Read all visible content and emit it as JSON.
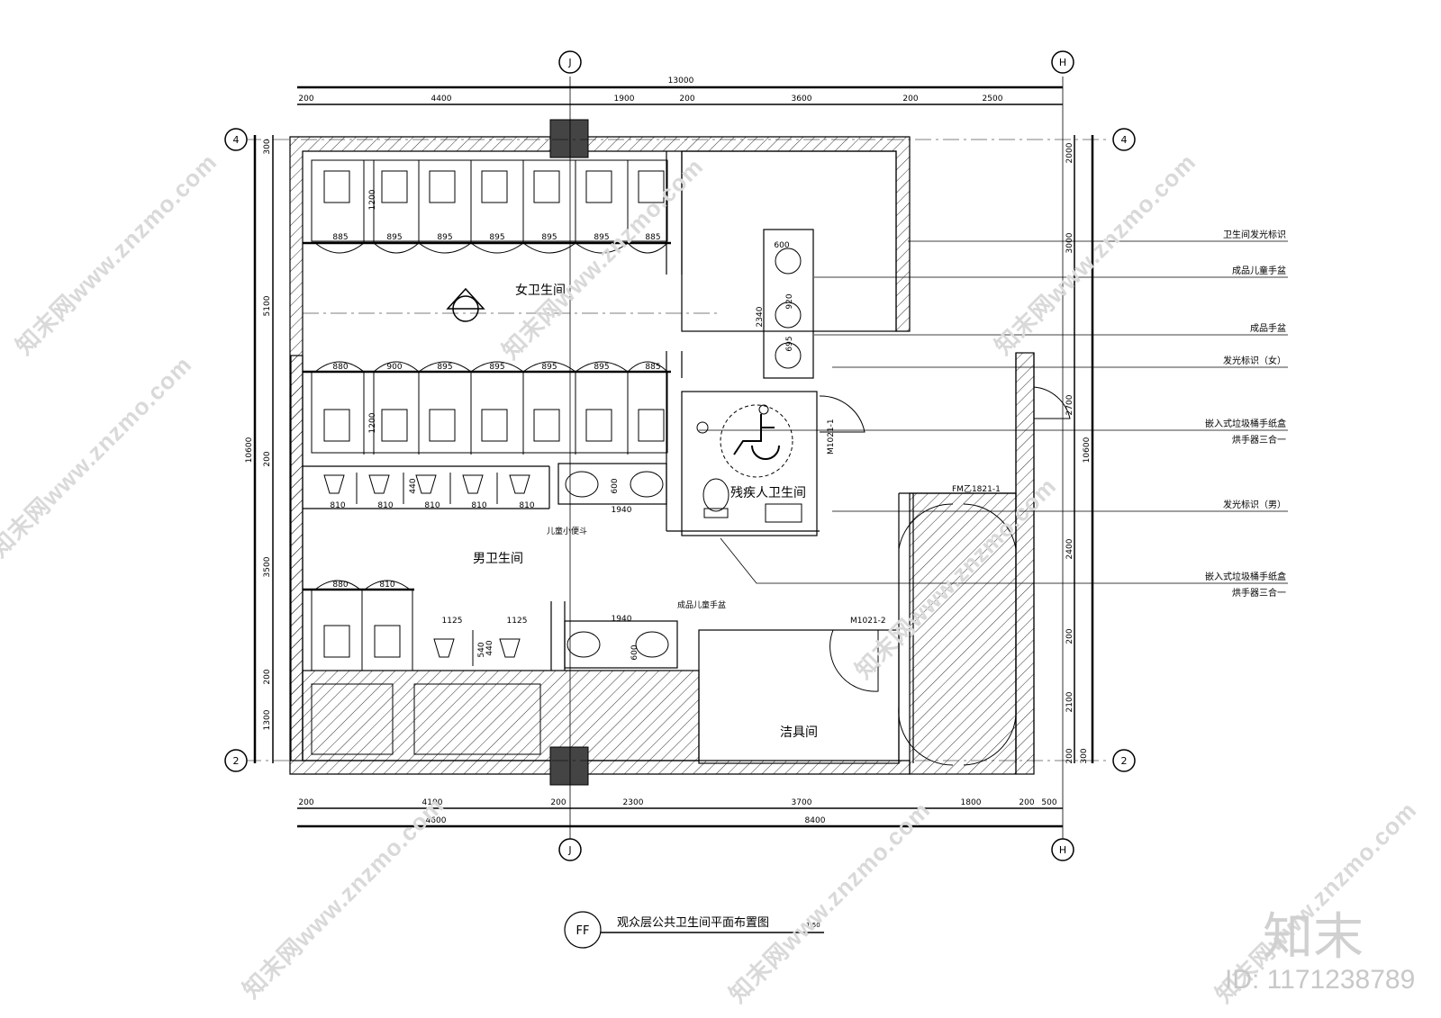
{
  "axes": {
    "j_top": "J",
    "h_top": "H",
    "j_bot": "J",
    "h_bot": "H",
    "left_4": "4",
    "left_2": "2",
    "right_4": "4",
    "right_2": "2"
  },
  "dims_top": {
    "total": "13000",
    "d1": "200",
    "d2": "4400",
    "d3": "1900",
    "d4": "200",
    "d5": "3600",
    "d6": "200",
    "d7": "2500"
  },
  "dims_bottom": {
    "d1": "200",
    "d2": "4100",
    "d3": "200",
    "d4": "2300",
    "d5": "3700",
    "d6": "1800",
    "d7": "200",
    "d8": "500",
    "t1": "4600",
    "t2": "8400"
  },
  "dims_left": {
    "d1": "300",
    "d2": "5100",
    "d3": "200",
    "d4": "3500",
    "d5": "200",
    "d6": "1300",
    "total": "10600"
  },
  "dims_right": {
    "d1": "3000",
    "d2": "2000",
    "d3": "2700",
    "d4": "2400",
    "d5": "200",
    "d6": "2100",
    "d7": "200",
    "d8": "300",
    "total": "10600"
  },
  "rooms": {
    "female": "女卫生间",
    "male": "男卫生间",
    "accessible": "残疾人卫生间",
    "cleaner": "洁具间",
    "door1": "M1021-1",
    "door2": "M1021-2",
    "door_fm": "FM乙1821-1",
    "kids_urinal": "儿童小便斗",
    "kids_basin": "成品儿童手盆"
  },
  "stall_widths_top": [
    "885",
    "895",
    "895",
    "895",
    "895",
    "895",
    "885"
  ],
  "stall_widths_mid": [
    "880",
    "900",
    "895",
    "895",
    "895",
    "895",
    "885"
  ],
  "urinal_widths": [
    "810",
    "810",
    "810",
    "810",
    "810"
  ],
  "inner_dims": {
    "d1200a": "1200",
    "d1200b": "1200",
    "d440a": "440",
    "d440b": "440",
    "d600a": "600",
    "d600b": "600",
    "d1940a": "1940",
    "d1940b": "1940",
    "d880": "880",
    "d810": "810",
    "d1125a": "1125",
    "d1125b": "1125",
    "d540": "540",
    "d2340": "2340",
    "d600c": "600",
    "d920": "920",
    "d695": "695"
  },
  "callouts": [
    {
      "text": "卫生间发光标识"
    },
    {
      "text": "成品儿童手盆"
    },
    {
      "text": "成品手盆"
    },
    {
      "text": "发光标识（女）"
    },
    {
      "text": "嵌入式垃圾桶手纸盒",
      "text2": "烘手器三合一"
    },
    {
      "text": "发光标识（男）"
    },
    {
      "text": "嵌入式垃圾桶手纸盒",
      "text2": "烘手器三合一"
    }
  ],
  "title": {
    "code": "FF",
    "name": "观众层公共卫生间平面布置图",
    "scale": "1:50"
  },
  "watermark": {
    "site": "知末网www.znzmo.com",
    "brand": "知末",
    "id": "ID: 1171238789"
  }
}
